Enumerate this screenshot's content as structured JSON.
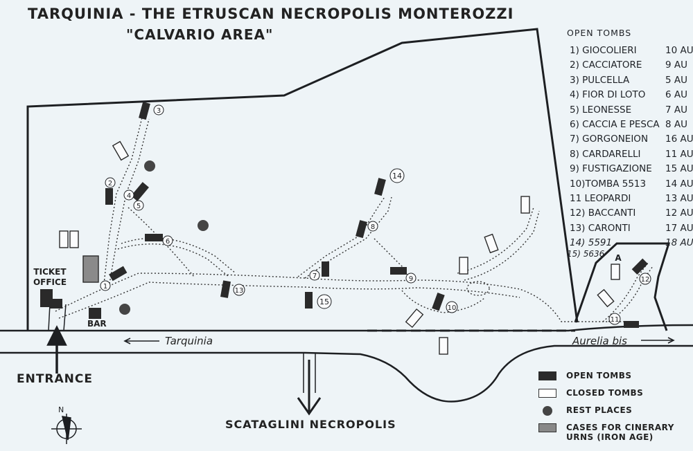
{
  "title": "TARQUINIA - THE ETRUSCAN NECROPOLIS MONTEROZZI",
  "subtitle": "\"CALVARIO AREA\"",
  "open_tombs": {
    "heading": "OPEN TOMBS",
    "items": [
      {
        "name": "1) GIOCOLIERI",
        "day": "10 AU"
      },
      {
        "name": "2) CACCIATORE",
        "day": "9 AU"
      },
      {
        "name": "3) PULCELLA",
        "day": "5 AU"
      },
      {
        "name": "4) FIOR DI LOTO",
        "day": "6 AU"
      },
      {
        "name": "5) LEONESSE",
        "day": "7 AU"
      },
      {
        "name": "6) CACCIA E PESCA",
        "day": "8 AU"
      },
      {
        "name": "7) GORGONEION",
        "day": "16 AU"
      },
      {
        "name": "8) CARDARELLI",
        "day": "11 AU"
      },
      {
        "name": "9) FUSTIGAZIONE",
        "day": "15 AU"
      },
      {
        "name": "10)TOMBA 5513",
        "day": "14 AU"
      },
      {
        "name": "11 LEOPARDI",
        "day": "13 AU"
      },
      {
        "name": "12) BACCANTI",
        "day": "12 AU"
      },
      {
        "name": "13) CARONTI",
        "day": "17 AU"
      },
      {
        "name": "14) 5591",
        "day": "18 AU"
      },
      {
        "name": "15) 5636",
        "day": ""
      }
    ]
  },
  "labels": {
    "ticket_office": "TICKET OFFICE",
    "bar": "BAR",
    "entrance": "ENTRANCE",
    "tarquinia": "Tarquinia",
    "aurelia_bis": "Aurelia bis",
    "scataglini": "SCATAGLINI NECROPOLIS",
    "north": "N",
    "area_a": "A"
  },
  "key": {
    "open_tombs": "OPEN TOMBS",
    "closed_tombs": "CLOSED TOMBS",
    "rest_places": "REST PLACES",
    "urns_line1": "CASES FOR CINERARY",
    "urns_line2": "URNS (IRON AGE)"
  },
  "markers": [
    "1",
    "2",
    "3",
    "4",
    "5",
    "6",
    "7",
    "8",
    "9",
    "10",
    "11",
    "12",
    "13",
    "14",
    "15"
  ],
  "colors": {
    "paper": "#eef4f7",
    "ink": "#1d1f22"
  }
}
